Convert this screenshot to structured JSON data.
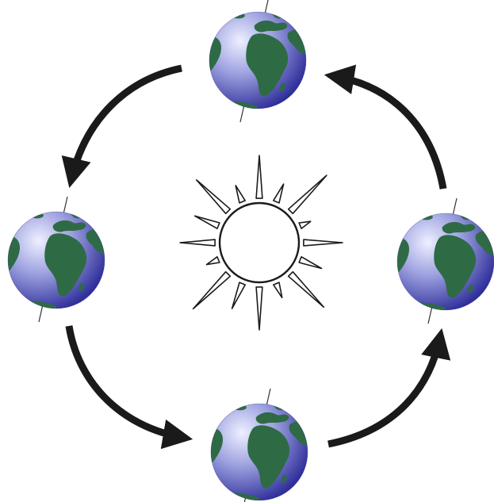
{
  "diagram": {
    "sun": {
      "icon": "sun-icon",
      "color": "#ffffff",
      "outline": "#1a1a1a"
    },
    "earths": [
      {
        "id": "top",
        "icon": "earth-globe-icon"
      },
      {
        "id": "left",
        "icon": "earth-globe-icon"
      },
      {
        "id": "bottom",
        "icon": "earth-globe-icon"
      },
      {
        "id": "right",
        "icon": "earth-globe-icon"
      }
    ],
    "arrows": [
      {
        "id": "top-to-left",
        "direction": "counterclockwise"
      },
      {
        "id": "left-to-bottom",
        "direction": "counterclockwise"
      },
      {
        "id": "bottom-to-right",
        "direction": "counterclockwise"
      },
      {
        "id": "right-to-top",
        "direction": "counterclockwise"
      }
    ],
    "colors": {
      "ocean_light": "#eef0ff",
      "ocean_mid": "#8f93d8",
      "ocean_dark": "#2f2f9a",
      "land": "#2e6b45",
      "arrow": "#1a1a1a",
      "axis": "#333333"
    }
  }
}
